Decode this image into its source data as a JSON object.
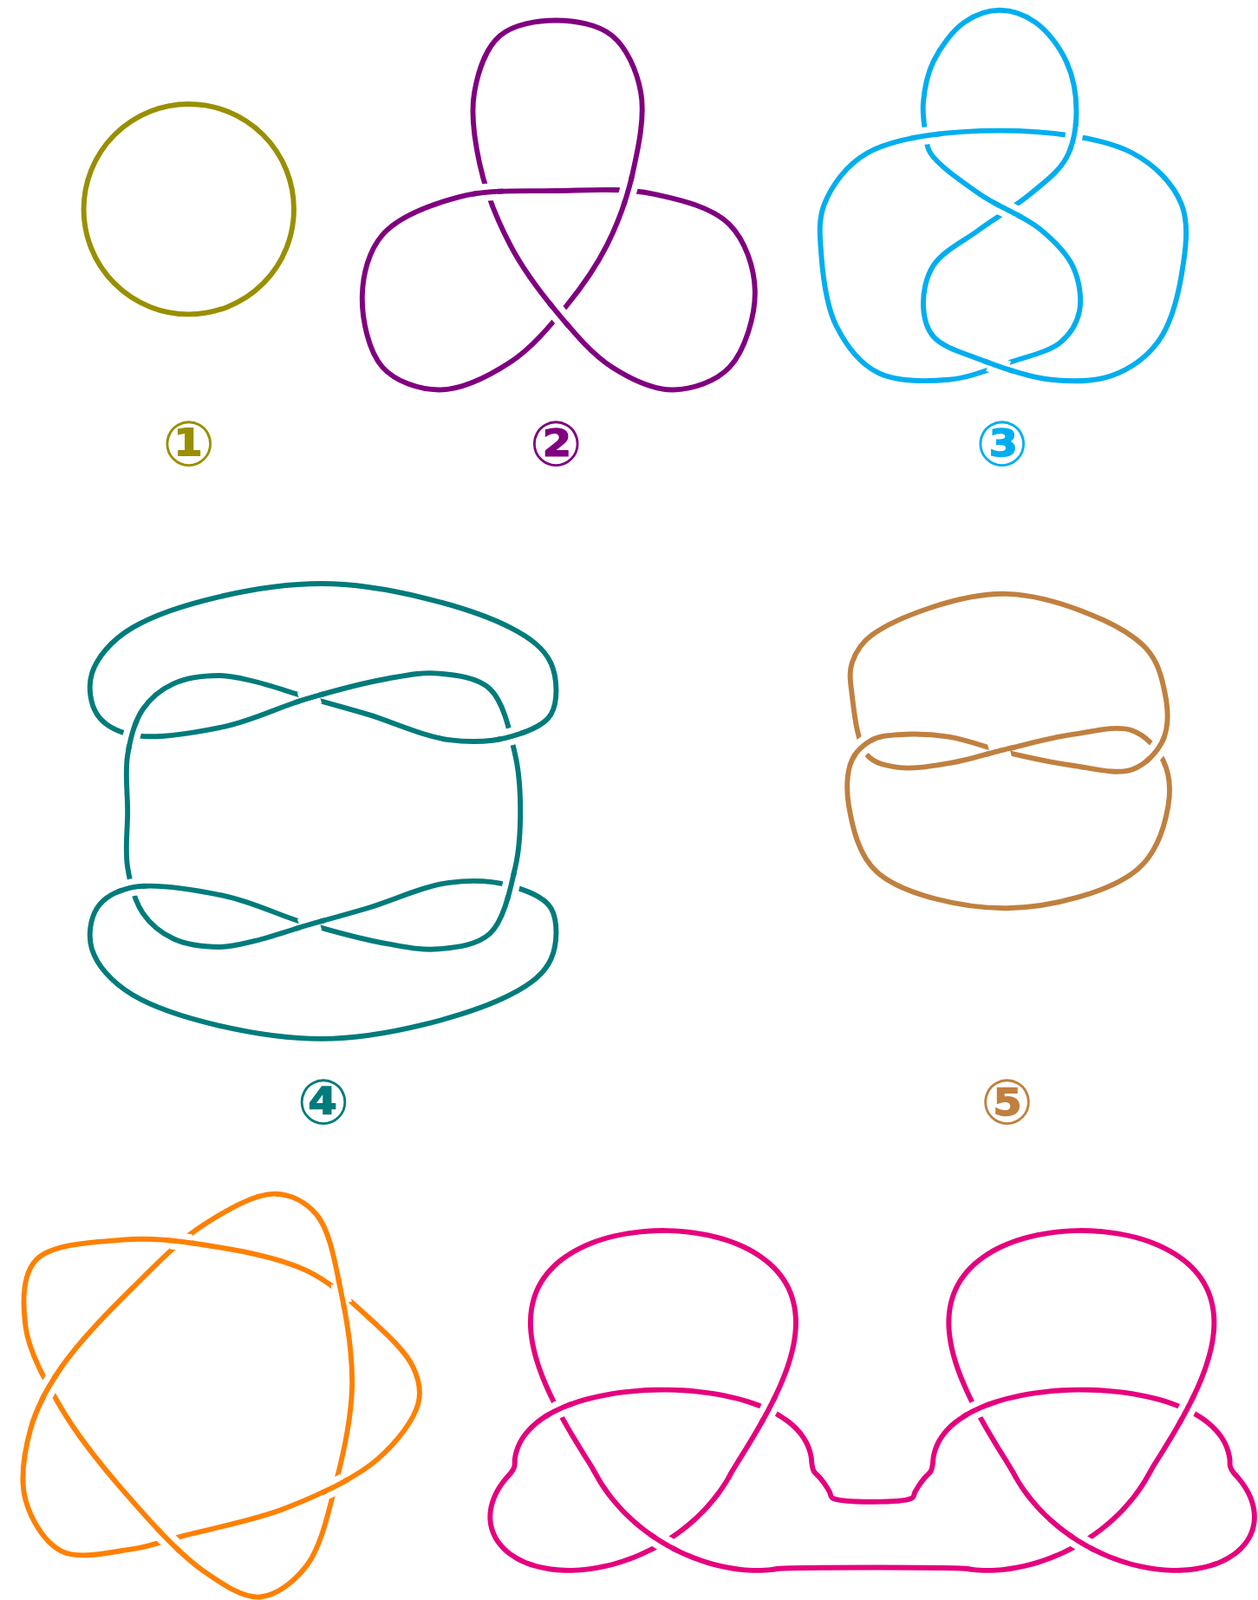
{
  "diagram": {
    "labels": [
      "①",
      "②",
      "③",
      "④",
      "⑤"
    ]
  }
}
